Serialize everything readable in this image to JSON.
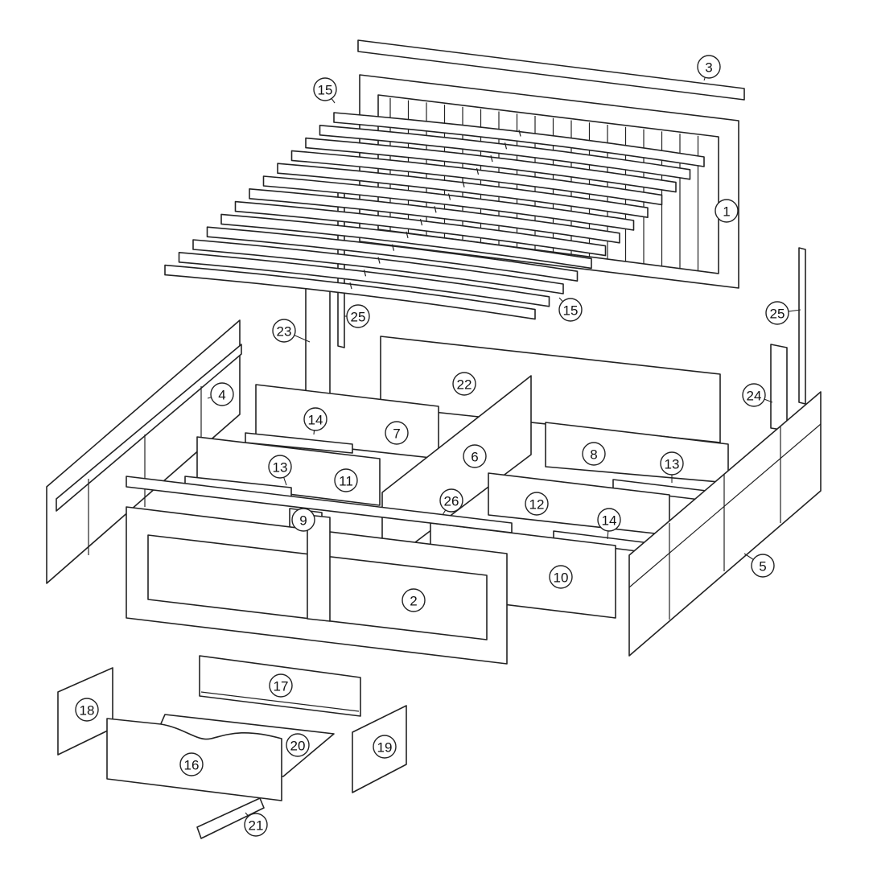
{
  "line_color": "#222222",
  "callouts": [
    {
      "label": "3"
    },
    {
      "label": "15"
    },
    {
      "label": "1"
    },
    {
      "label": "15"
    },
    {
      "label": "25"
    },
    {
      "label": "25"
    },
    {
      "label": "23"
    },
    {
      "label": "22"
    },
    {
      "label": "4"
    },
    {
      "label": "24"
    },
    {
      "label": "14"
    },
    {
      "label": "7"
    },
    {
      "label": "6"
    },
    {
      "label": "8"
    },
    {
      "label": "13"
    },
    {
      "label": "13"
    },
    {
      "label": "11"
    },
    {
      "label": "12"
    },
    {
      "label": "26"
    },
    {
      "label": "14"
    },
    {
      "label": "9"
    },
    {
      "label": "10"
    },
    {
      "label": "5"
    },
    {
      "label": "2"
    },
    {
      "label": "17"
    },
    {
      "label": "18"
    },
    {
      "label": "20"
    },
    {
      "label": "19"
    },
    {
      "label": "16"
    },
    {
      "label": "21"
    }
  ]
}
